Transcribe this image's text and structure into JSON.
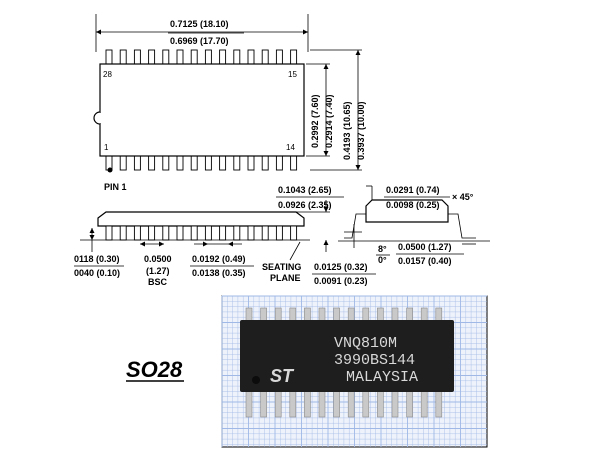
{
  "drawing": {
    "length_max": "0.7125 (18.10)",
    "length_min": "0.6969 (17.70)",
    "width_body_max": "0.2992 (7.60)",
    "width_body_min": "0.2914 (7.40)",
    "width_total_max": "0.4193 (10.65)",
    "width_total_min": "0.3937 (10.00)",
    "pin28": "28",
    "pin15": "15",
    "pin1": "1",
    "pin14": "14",
    "pin1_label": "PIN 1",
    "height_max": "0.1043 (2.65)",
    "height_min": "0.0926 (2.35)",
    "chamfer_max": "0.0291 (0.74)",
    "chamfer_min": "0.0098 (0.25)",
    "chamfer_angle": "× 45°",
    "standoff_max": "0118 (0.30)",
    "standoff_min": "0040 (0.10)",
    "pitch": "0.0500",
    "pitch_mm": "(1.27)",
    "pitch_bsc": "BSC",
    "lead_w_max": "0.0192 (0.49)",
    "lead_w_min": "0.0138 (0.35)",
    "seating_1": "SEATING",
    "seating_2": "PLANE",
    "lead_t_max": "0.0125 (0.32)",
    "lead_t_min": "0.0091 (0.23)",
    "angle_max": "8°",
    "angle_min": "0°",
    "foot_max": "0.0500 (1.27)",
    "foot_min": "0.0157 (0.40)"
  },
  "package_name": "SO28",
  "photo": {
    "line1": "VNQ810M",
    "line2": "3990BS144",
    "line3": "MALAYSIA",
    "logo": "ST",
    "grid_color": "#9fb8e6",
    "chip_color": "#1e1e1e"
  }
}
